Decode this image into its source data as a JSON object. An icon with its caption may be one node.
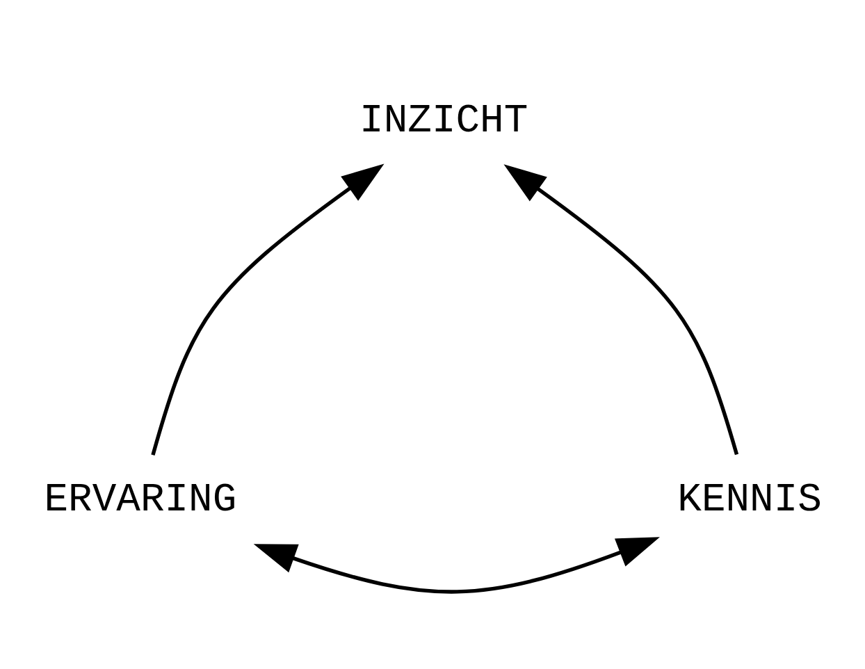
{
  "diagram": {
    "nodes": [
      {
        "text": [
          "INZICHT"
        ]
      },
      {
        "text": [
          "ERVARING"
        ]
      },
      {
        "text": [
          "KENNIS"
        ]
      }
    ],
    "edges": [
      {
        "from": 1,
        "to": 0,
        "arrow": "to"
      },
      {
        "from": 2,
        "to": 0,
        "arrow": "to"
      },
      {
        "from": 1,
        "to": 2,
        "arrow": "both"
      }
    ]
  }
}
